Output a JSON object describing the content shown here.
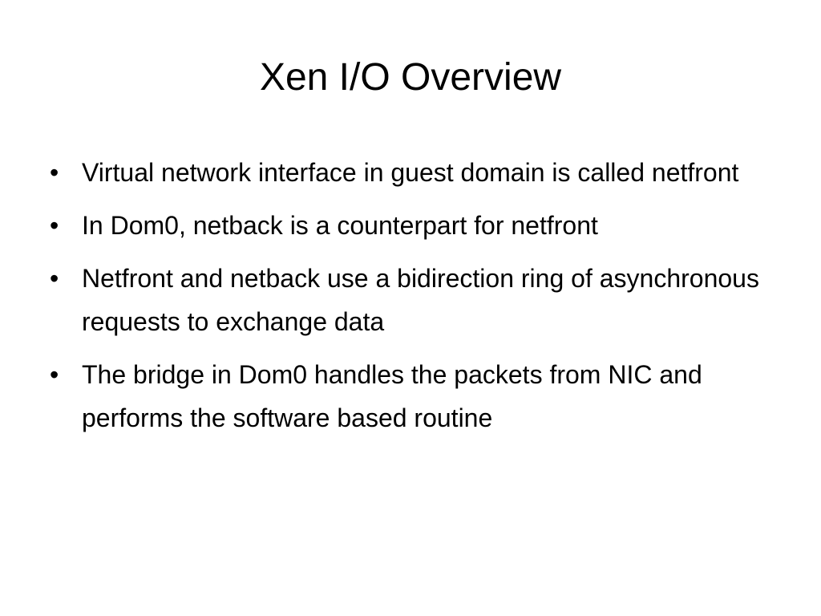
{
  "slide": {
    "title": "Xen I/O Overview",
    "bullet_glyph": "•",
    "bullets": [
      "Virtual network interface in guest domain is called netfront",
      "In Dom0, netback is a counterpart for netfront",
      "Netfront and netback use a bidirection ring of asynchronous requests to exchange data",
      "The bridge in Dom0 handles the packets from NIC and performs the software based routine"
    ]
  }
}
